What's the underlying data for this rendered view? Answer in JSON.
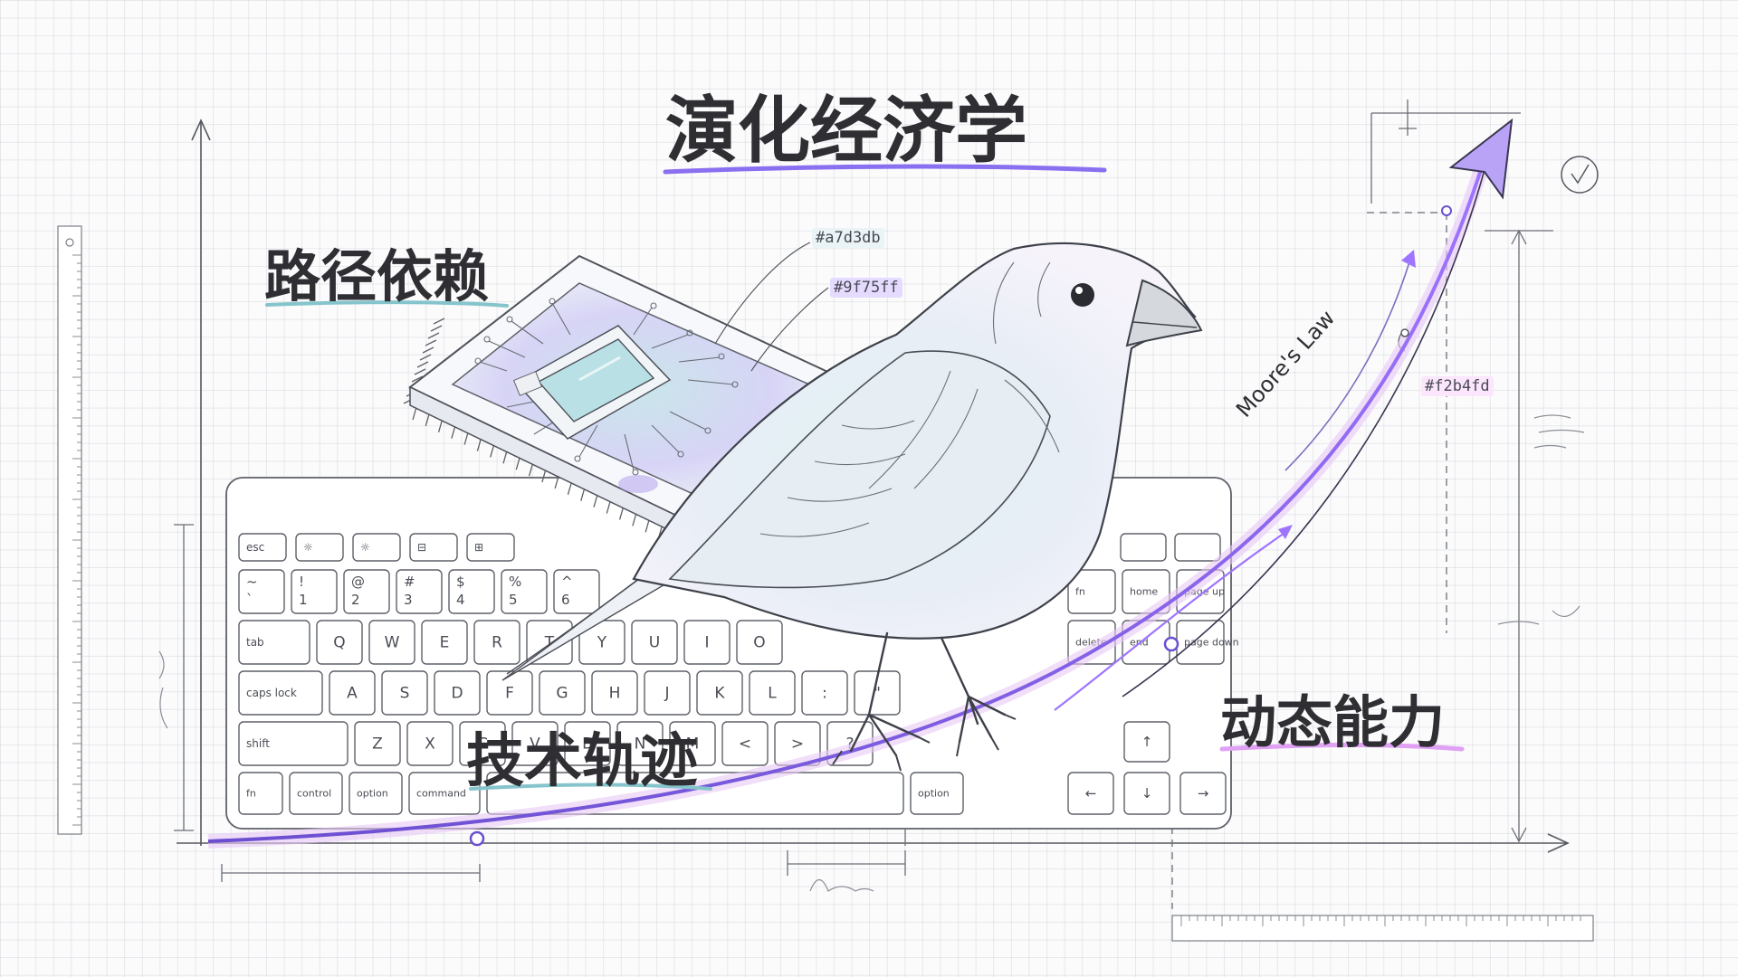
{
  "labels": {
    "title": "演化经济学",
    "path_dependence": "路径依赖",
    "tech_trajectory": "技术轨迹",
    "dynamic_capability": "动态能力",
    "moores_law": "Moore's Law"
  },
  "color_tags": [
    "#a7d3db",
    "#9f75ff",
    "#f2b4fd"
  ],
  "colors": {
    "accent_purple": "#9f75ff",
    "accent_teal": "#a7d3db",
    "accent_pink": "#f2b4fd",
    "ink": "#2e2e33",
    "grid": "#d5d8de"
  },
  "keyboard": {
    "row0": [
      "esc",
      "☼",
      "☼",
      "⊟",
      "⊞"
    ],
    "row0_right": [
      "",
      ""
    ],
    "row1": [
      [
        "~",
        "`"
      ],
      [
        "!",
        "1"
      ],
      [
        "@",
        "2"
      ],
      [
        "#",
        "3"
      ],
      [
        "$",
        "4"
      ],
      [
        "%",
        "5"
      ],
      [
        "^",
        "6"
      ]
    ],
    "row1_right": [
      "fn",
      "home",
      "page up"
    ],
    "row2_left": "tab",
    "row2": [
      "Q",
      "W",
      "E",
      "R",
      "T",
      "Y",
      "U",
      "I",
      "O"
    ],
    "row2_right": [
      "delete",
      "end",
      "page down"
    ],
    "row3_left": "caps lock",
    "row3": [
      "A",
      "S",
      "D",
      "F",
      "G",
      "H",
      "J",
      "K",
      "L",
      ":",
      "\""
    ],
    "row4_left": "shift",
    "row4": [
      "Z",
      "X",
      "C",
      "V",
      "B",
      "N",
      "M",
      "<",
      ">",
      "?"
    ],
    "row5": [
      "fn",
      "control",
      "option",
      "command",
      "",
      "option"
    ],
    "arrows": [
      "↑",
      "←",
      "↓",
      "→"
    ]
  },
  "icons": [
    "chip-icon",
    "bird-illustration",
    "checkmark-circle-icon",
    "ruler-icon"
  ]
}
